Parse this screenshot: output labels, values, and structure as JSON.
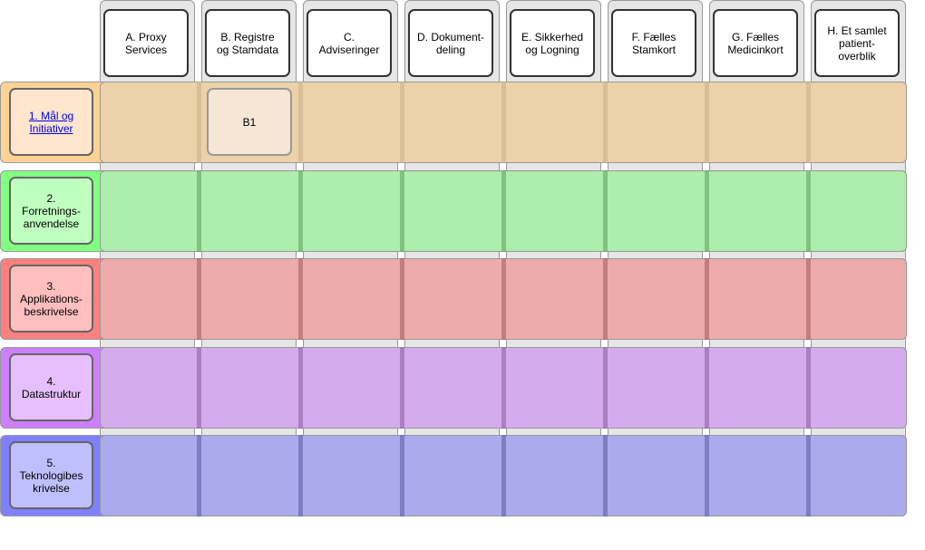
{
  "columns": [
    {
      "id": "A",
      "label": "A. Proxy\nServices"
    },
    {
      "id": "B",
      "label": "B. Registre\nog Stamdata"
    },
    {
      "id": "C",
      "label": "C.\nAdviseringer"
    },
    {
      "id": "D",
      "label": "D. Dokument-\ndeling"
    },
    {
      "id": "E",
      "label": "E. Sikkerhed\nog Logning"
    },
    {
      "id": "F",
      "label": "F. Fælles\nStamkort"
    },
    {
      "id": "G",
      "label": "G. Fælles\nMedicinkort"
    },
    {
      "id": "H",
      "label": "H. Et samlet\npatient-\noverblik"
    }
  ],
  "rows": [
    {
      "id": "1",
      "label": "1. Mål og\nInitiativer",
      "is_link": true,
      "outer_color": "#ffd294",
      "box_color": "#ffe6cc",
      "band_color": "#edd1a8",
      "divider_color": "#c9b08a"
    },
    {
      "id": "2",
      "label": "2.\nForretnings-\nanvendelse",
      "is_link": false,
      "outer_color": "#80ff80",
      "box_color": "#bfffbf",
      "band_color": "#adedad",
      "divider_color": "#5aa05a"
    },
    {
      "id": "3",
      "label": "3.\nApplikations-\nbeskrivelse",
      "is_link": false,
      "outer_color": "#ff8080",
      "box_color": "#ffbfbf",
      "band_color": "#edabab",
      "divider_color": "#a05a5a"
    },
    {
      "id": "4",
      "label": "4.\nDatastruktur",
      "is_link": false,
      "outer_color": "#cc80ff",
      "box_color": "#e6bfff",
      "band_color": "#d4abed",
      "divider_color": "#8a5aa0"
    },
    {
      "id": "5",
      "label": "5.\nTeknologibes\nkrivelse",
      "is_link": false,
      "outer_color": "#8080ff",
      "box_color": "#bfbfff",
      "band_color": "#abaaed",
      "divider_color": "#5a5aa0"
    }
  ],
  "cells": [
    {
      "row": "1",
      "col": "B",
      "label": "B1",
      "color": "#f5e6d6"
    }
  ]
}
